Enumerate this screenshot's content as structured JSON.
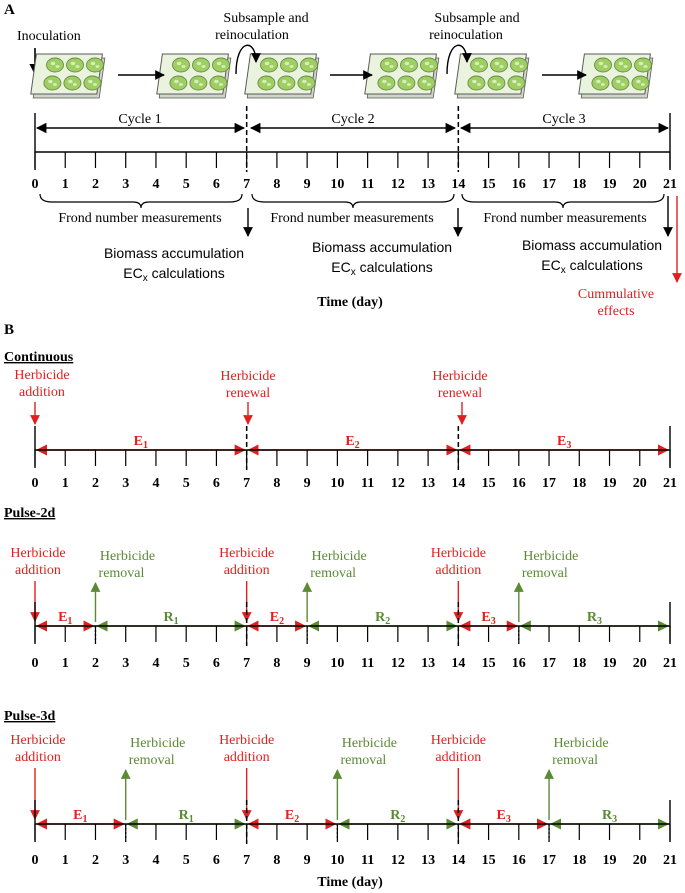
{
  "colors": {
    "black": "#000000",
    "red": "#e0201f",
    "green": "#5b8a35",
    "plate_fill": "#e9f3dd",
    "plate_line": "#5a5a5a",
    "well_fill": "#9fcf62"
  },
  "axis_ticks": [
    "0",
    "1",
    "2",
    "3",
    "4",
    "5",
    "6",
    "7",
    "8",
    "9",
    "10",
    "11",
    "12",
    "13",
    "14",
    "15",
    "16",
    "17",
    "18",
    "19",
    "20",
    "21"
  ],
  "panel_a": {
    "label": "A",
    "inoculation": "Inoculation",
    "subsample_line1": "Subsample and",
    "subsample_line2": "reinoculation",
    "cycles": [
      "Cycle 1",
      "Cycle 2",
      "Cycle 3"
    ],
    "frond": "Frond number measurements",
    "biomass": "Biomass accumulation",
    "ecx_main": "EC",
    "ecx_sub": "x",
    "ecx_rest": " calculations",
    "cumulative_line1": "Cummulative",
    "cumulative_line2": "effects",
    "time_label": "Time (day)"
  },
  "panel_b": {
    "label": "B",
    "herbicide": "Herbicide",
    "addition": "addition",
    "renewal": "renewal",
    "removal": "removal",
    "continuous": {
      "title": "Continuous",
      "segments": [
        "E",
        "E",
        "E"
      ],
      "subs": [
        "1",
        "2",
        "3"
      ]
    },
    "pulse2": {
      "title": "Pulse-2d",
      "exposure": [
        "E",
        "E",
        "E"
      ],
      "recovery": [
        "R",
        "R",
        "R"
      ],
      "subs": [
        "1",
        "2",
        "3"
      ]
    },
    "pulse3": {
      "title": "Pulse-3d",
      "exposure": [
        "E",
        "E",
        "E"
      ],
      "recovery": [
        "R",
        "R",
        "R"
      ],
      "subs": [
        "1",
        "2",
        "3"
      ]
    },
    "time_label": "Time (day)"
  }
}
